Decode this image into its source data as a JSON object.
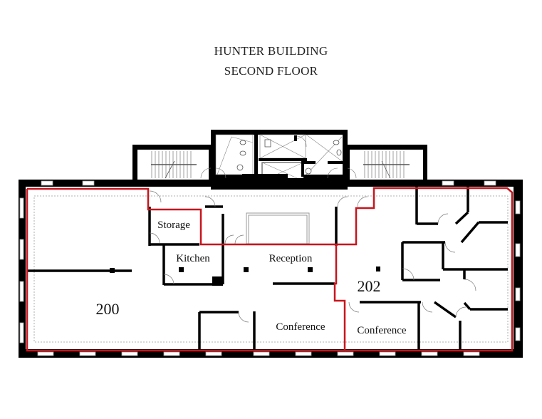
{
  "title": {
    "line1": "HUNTER BUILDING",
    "line2": "SECOND FLOOR"
  },
  "rooms": {
    "storage": "Storage",
    "kitchen": "Kitchen",
    "reception": "Reception",
    "conference_a": "Conference",
    "conference_b": "Conference",
    "suite_200": "200",
    "suite_202": "202"
  },
  "colors": {
    "wall": "#000000",
    "suite_outline": "#c8141c",
    "window": "#9a9a9a",
    "background": "#ffffff"
  }
}
